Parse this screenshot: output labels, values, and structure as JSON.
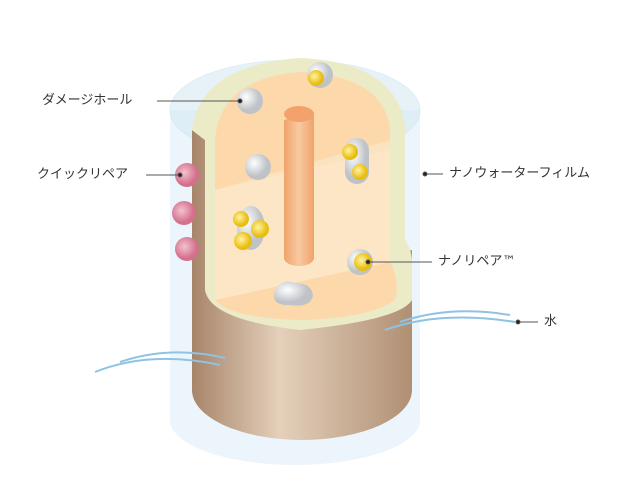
{
  "labels": {
    "damage_hole": "ダメージホール",
    "quick_repair": "クイックリペア",
    "nano_water_film": "ナノウォーターフィルム",
    "nano_repair": "ナノリペア™",
    "water": "水"
  },
  "colors": {
    "hair": "#b8977a",
    "cortex": "#fbd9ad",
    "cuticle": "#eeeccb",
    "medulla": "#f2a66f",
    "film": "#dceef8",
    "quick_repair": "#d9728f",
    "nano_repair": "#f2cf1e",
    "water": "#8fc3e3"
  }
}
